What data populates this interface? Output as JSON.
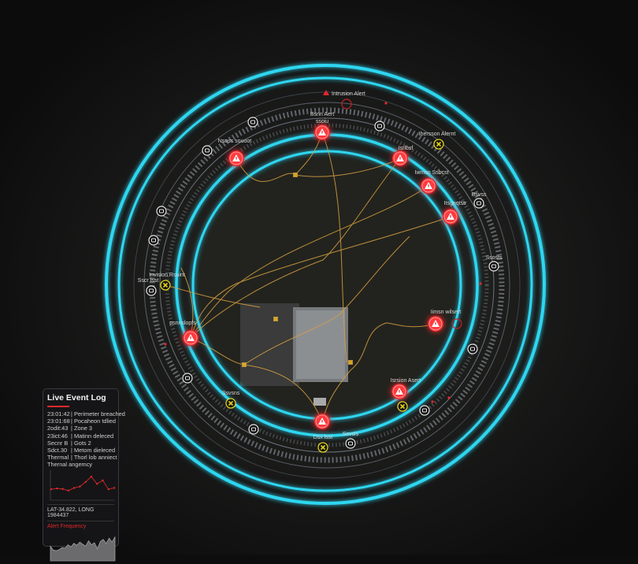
{
  "colors": {
    "ring": "#2fd6f0",
    "alert": "#e8262c",
    "warning": "#e0d020",
    "trail": "#d9a040",
    "panel_accent": "#e0282c"
  },
  "map": {
    "top_alert": "Intrusion Alert",
    "alerts": [
      {
        "label": "Bsnn Aert",
        "sub": "ssoiu",
        "icon": "warning-triangle-icon"
      },
      {
        "label": "Nsoss souoot",
        "sub": "",
        "icon": "warning-triangle-icon"
      },
      {
        "label": "Isrlbsf",
        "sub": "",
        "icon": "warning-triangle-icon"
      },
      {
        "label": "Iwmsn Ssbcst",
        "sub": "",
        "icon": "warning-triangle-icon"
      },
      {
        "label": "Itsgnqtstr",
        "sub": "",
        "icon": "warning-triangle-icon"
      },
      {
        "label": "Iimsn wilsert",
        "sub": "",
        "icon": "warning-triangle-icon"
      },
      {
        "label": "psnnslopfs",
        "sub": "",
        "icon": "warning-triangle-icon"
      },
      {
        "label": "Isrsion Asert",
        "sub": "",
        "icon": "warning-triangle-icon"
      },
      {
        "label": "",
        "sub": "",
        "icon": "warning-triangle-icon"
      }
    ],
    "warnings": [
      {
        "label": "Ihersson Alernt"
      },
      {
        "label": "Invision Rsuint"
      },
      {
        "label": "Ssvsns"
      },
      {
        "label": ""
      },
      {
        "label": "Dsx lsst"
      }
    ],
    "sensors": [
      {
        "label": ""
      },
      {
        "label": ""
      },
      {
        "label": ""
      },
      {
        "label": ""
      },
      {
        "label": "Sscr lsst"
      },
      {
        "label": ""
      },
      {
        "label": ""
      },
      {
        "label": ""
      },
      {
        "label": "Bsvss"
      },
      {
        "label": "Ssosts"
      },
      {
        "label": ""
      },
      {
        "label": ""
      },
      {
        "label": "Ssvsls"
      }
    ]
  },
  "log": {
    "title": "Live Event Log",
    "entries": [
      {
        "time": "23:01:42",
        "event": "Perimeter breached"
      },
      {
        "time": "23:01:68",
        "event": "Pocaheon tdlied"
      },
      {
        "time": "2odit:43",
        "event": "Zone 3"
      },
      {
        "time": "23ict:46",
        "event": "Matinn deleced"
      },
      {
        "time": "Secnr B",
        "event": "Gots 2"
      },
      {
        "time": "Sdct.30",
        "event": "Metom dieleced"
      },
      {
        "time": "Thermal",
        "event": "Thorl lob anniect"
      }
    ],
    "extra": "Thernal angemcy",
    "line_chart": [
      0.35,
      0.38,
      0.36,
      0.3,
      0.4,
      0.45,
      0.62,
      0.82,
      0.55,
      0.68,
      0.35,
      0.4
    ],
    "coords": "LAT-34.822, LONG 1984437",
    "freq_title": "Alert Frequency",
    "freq_chart": [
      0.55,
      0.4,
      0.38,
      0.42,
      0.5,
      0.48,
      0.6,
      0.52,
      0.66,
      0.58,
      0.7,
      0.62,
      0.55,
      0.75,
      0.6,
      0.68,
      0.45,
      0.72,
      0.8,
      0.65,
      0.85,
      0.7,
      0.9
    ]
  }
}
